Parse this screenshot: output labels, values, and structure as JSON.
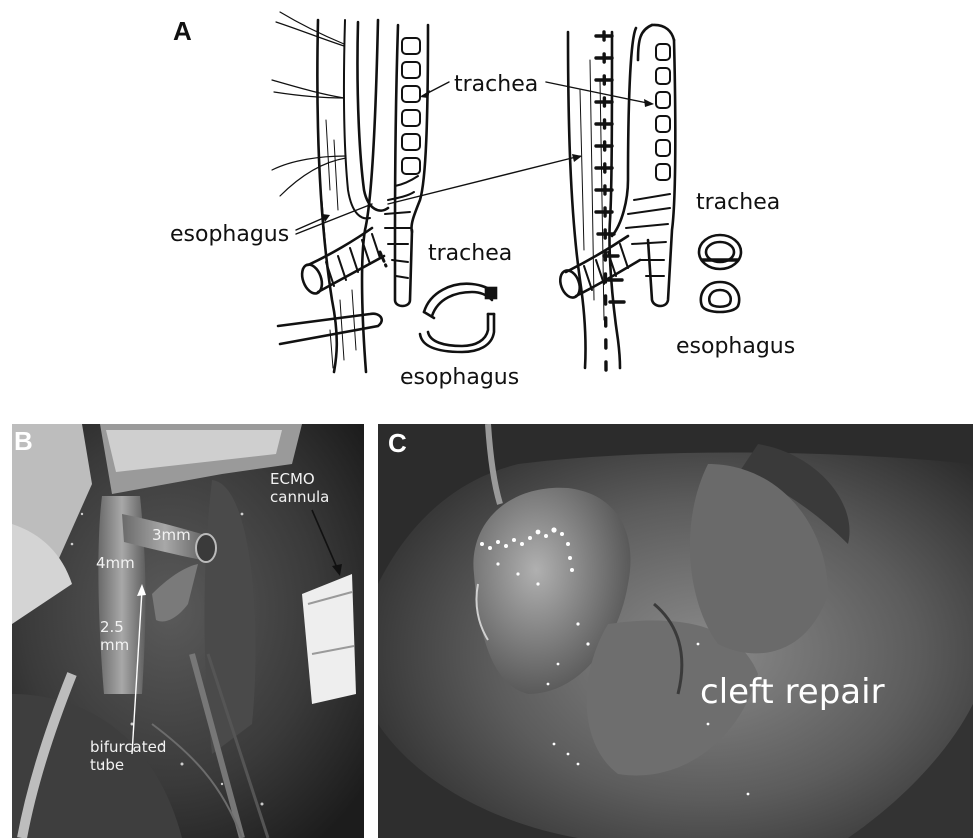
{
  "panels": {
    "a": {
      "letter": "A",
      "labels": {
        "trachea_left_top": "trachea",
        "esophagus_left": "esophagus",
        "trachea_left_cross": "trachea",
        "esophagus_left_cross": "esophagus",
        "trachea_right_cross": "trachea",
        "esophagus_right_cross": "esophagus"
      }
    },
    "b": {
      "letter": "B",
      "labels": {
        "ecmo": "ECMO cannula",
        "size_3mm": "3mm",
        "size_4mm": "4mm",
        "size_25mm": "2.5 mm",
        "bifurcated": "bifurcated tube"
      }
    },
    "c": {
      "letter": "C",
      "labels": {
        "cleft_repair": "cleft repair"
      }
    }
  }
}
